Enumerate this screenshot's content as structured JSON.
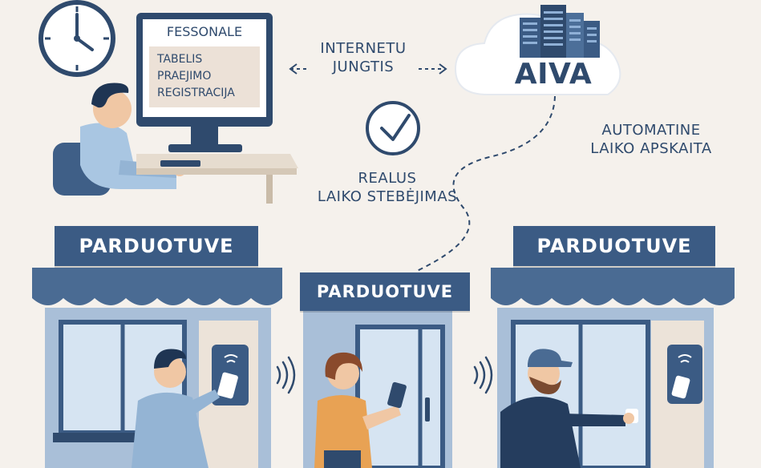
{
  "monitor": {
    "heading": "FESSONALE",
    "lines": [
      "TABELIS",
      "PRAEJIMO",
      "REGISTRACIJA"
    ]
  },
  "connection": {
    "line1": "INTERNETU",
    "line2": "JUNGTIS"
  },
  "cloud": {
    "name": "AIVA"
  },
  "monitoring": {
    "line1": "REALUS",
    "line2": "LAIKO STEBĖJIMAS"
  },
  "automatic": {
    "line1": "AUTOMATINE",
    "line2": "LAIKO APSKAITA"
  },
  "stores": [
    {
      "sign": "PARDUOTUVE"
    },
    {
      "sign": "PARDUOTUVE"
    },
    {
      "sign": "PARDUOTUVE"
    }
  ],
  "colors": {
    "background": "#f5f1ec",
    "navy": "#2f4a6d",
    "sign": "#3b5b84",
    "store_wall": "#9fb6cf",
    "awning": "#4a6b93"
  }
}
